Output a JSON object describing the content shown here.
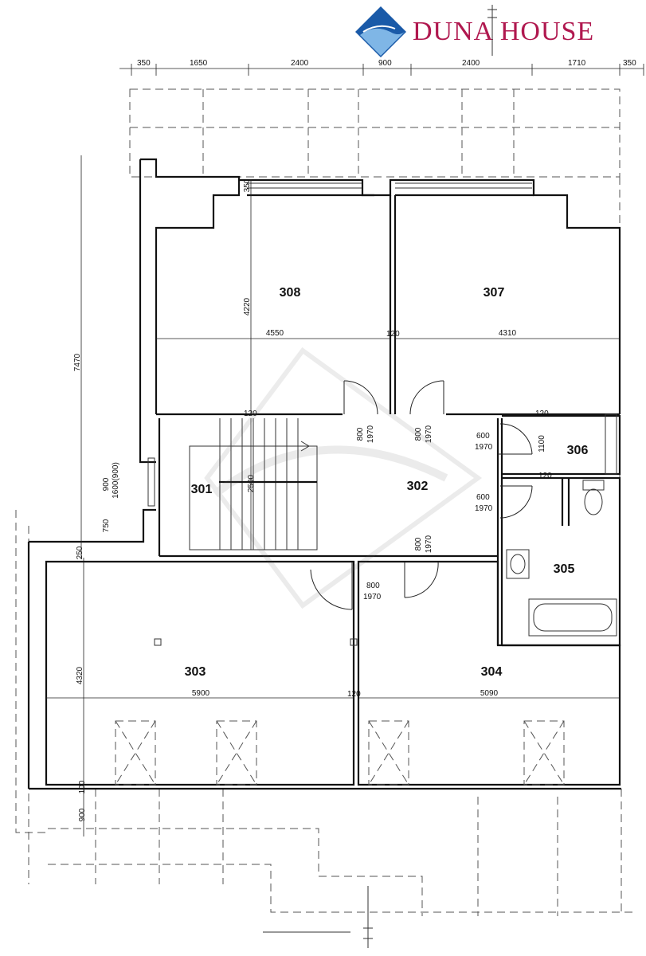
{
  "brand": {
    "name": "DUNA HOUSE",
    "colors": {
      "primary": "#b0184f",
      "logo_blue": "#1a5aa8",
      "logo_light": "#7fb6e6"
    }
  },
  "top_dimensions": [
    "350",
    "1650",
    "2400",
    "900",
    "2400",
    "1710",
    "350"
  ],
  "rooms": {
    "r301": "301",
    "r302": "302",
    "r303": "303",
    "r304": "304",
    "r305": "305",
    "r306": "306",
    "r307": "307",
    "r308": "308"
  },
  "room_widths": {
    "w308": "4550",
    "w307": "4310",
    "w303": "5900",
    "w304": "5090"
  },
  "vertical_dimensions": {
    "total": "7470",
    "v4220": "4220",
    "v4320": "4320",
    "v2500": "2500",
    "v900a": "900",
    "v1600": "1600(900)",
    "v750": "750",
    "v250": "250",
    "v350": "350",
    "v100": "100",
    "v900b": "900"
  },
  "doors": {
    "d1": {
      "w": "800",
      "h": "1970"
    },
    "d2": {
      "w": "800",
      "h": "1970"
    },
    "d3": {
      "w": "600",
      "h": "1970"
    },
    "d4": {
      "w": "600",
      "h": "1970"
    },
    "d5": {
      "w": "800",
      "h": "1970"
    },
    "d6": {
      "w": "800",
      "h": "1970"
    }
  },
  "small_dims": {
    "h1100": "1100",
    "t120a": "120",
    "t120b": "120",
    "t120c": "120",
    "t120d": "120",
    "t120e": "120"
  }
}
